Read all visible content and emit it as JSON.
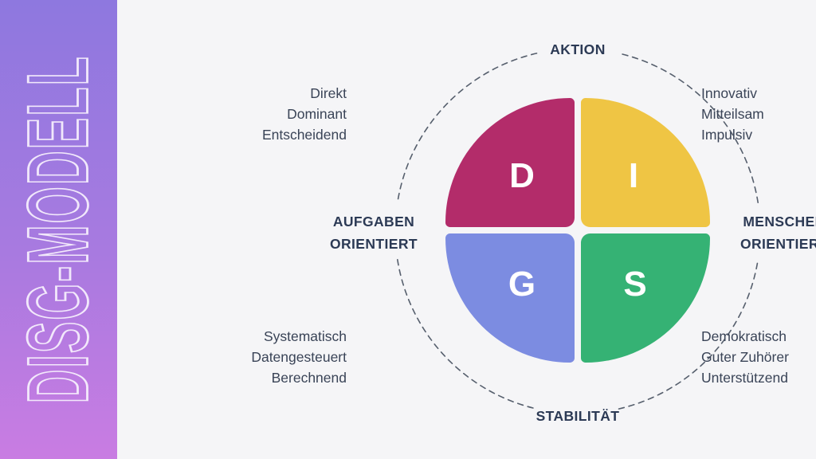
{
  "colors": {
    "page_bg": "#f5f5f7",
    "sidebar_gradient_top": "#8e78df",
    "sidebar_gradient_bottom": "#c97ce2",
    "sidebar_title_outline": "#f6eefb",
    "heading_text": "#2c3a55",
    "trait_text": "#3a4457",
    "dash_stroke": "#565f6d",
    "quadrant_letter_text": "#ffffff"
  },
  "sidebar": {
    "title": "DISG-MODELL"
  },
  "diagram": {
    "axis_labels": {
      "top": "AKTION",
      "bottom": "STABILITÄT",
      "left_line1": "AUFGABEN",
      "left_line2": "ORIENTIERT",
      "right_line1": "MENSCHEN",
      "right_line2": "ORIENTIERT"
    },
    "quadrants": [
      {
        "letter": "D",
        "position": "top-left",
        "color": "#b32c6a",
        "traits": [
          "Direkt",
          "Dominant",
          "Entscheidend"
        ]
      },
      {
        "letter": "I",
        "position": "top-right",
        "color": "#efc544",
        "traits": [
          "Innovativ",
          "Mitteilsam",
          "Impulsiv"
        ]
      },
      {
        "letter": "G",
        "position": "bottom-left",
        "color": "#7c8ce1",
        "traits": [
          "Systematisch",
          "Datengesteuert",
          "Berechnend"
        ]
      },
      {
        "letter": "S",
        "position": "bottom-right",
        "color": "#35b274",
        "traits": [
          "Demokratisch",
          "Guter Zuhörer",
          "Unterstützend"
        ]
      }
    ]
  }
}
